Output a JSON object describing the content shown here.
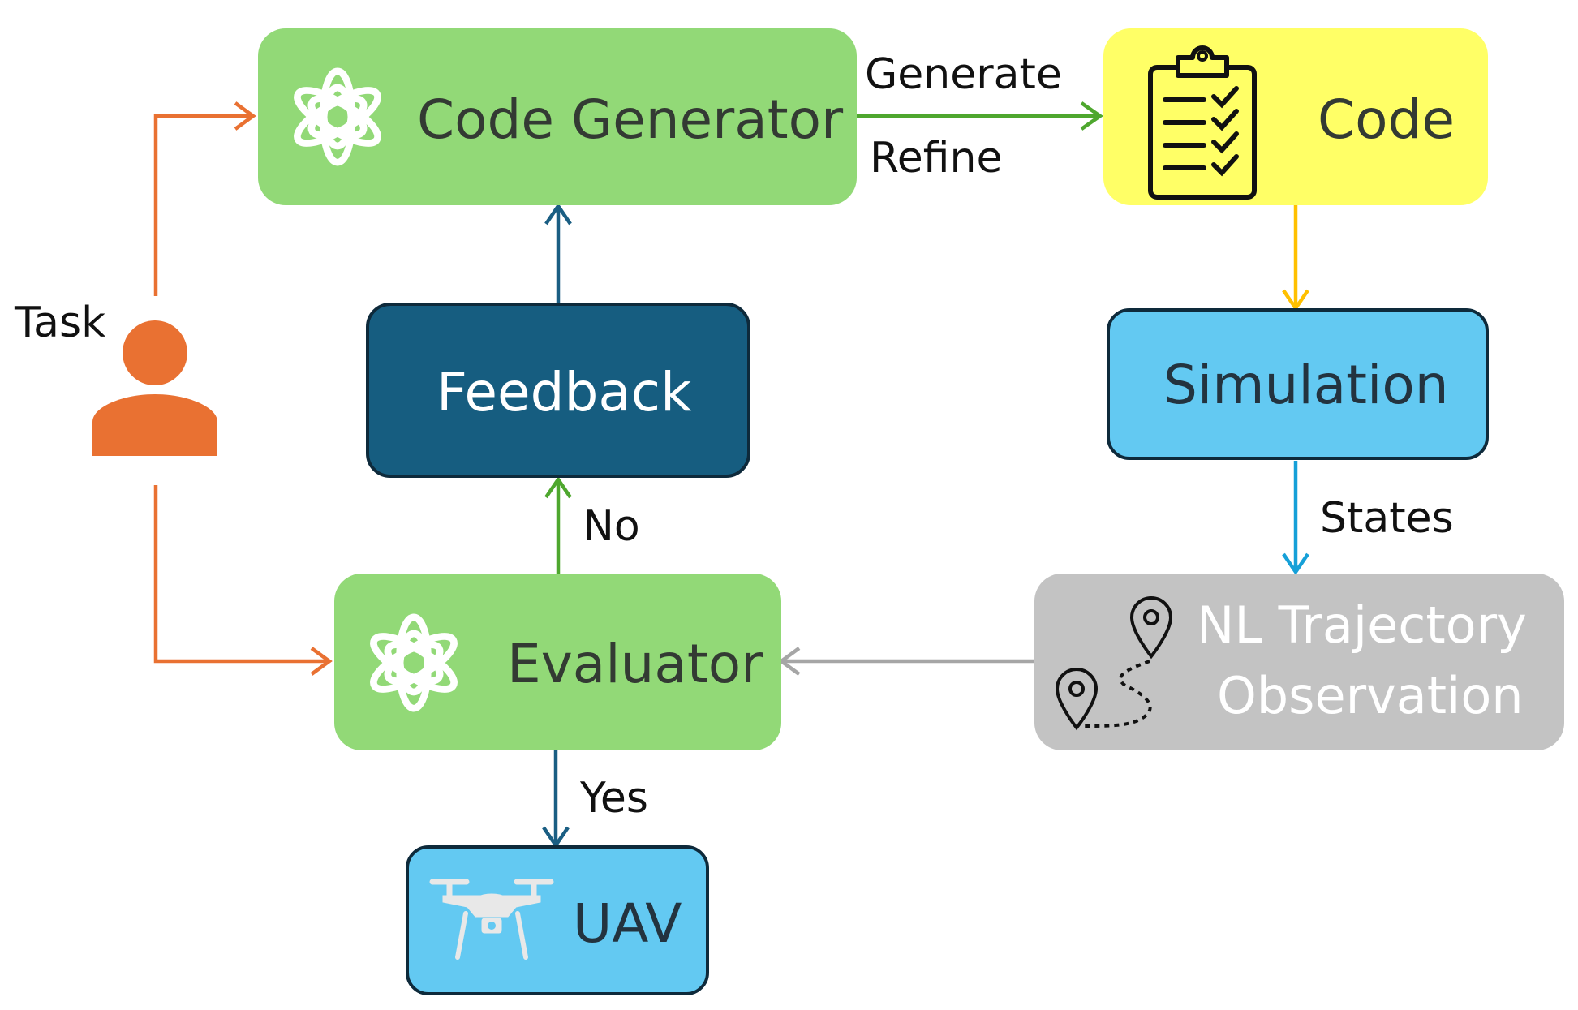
{
  "nodes": {
    "code_generator": {
      "label": "Code Generator"
    },
    "code": {
      "label": "Code"
    },
    "simulation": {
      "label": "Simulation"
    },
    "feedback": {
      "label": "Feedback"
    },
    "evaluator": {
      "label": "Evaluator"
    },
    "observation": {
      "line1": "NL Trajectory",
      "line2": "Observation"
    },
    "uav": {
      "label": "UAV"
    },
    "user": {
      "label": "Task"
    }
  },
  "edges": {
    "generate": "Generate",
    "refine": "Refine",
    "states": "States",
    "no": "No",
    "yes": "Yes"
  },
  "colors": {
    "green_box": "#92d977",
    "yellow_box": "#ffff66",
    "light_blue_box": "#63c9f2",
    "dark_blue_box": "#165d80",
    "gray_box": "#c3c3c3",
    "orange": "#e97132",
    "green_arrow": "#4ea72e",
    "blue_arrow": "#1a5e83",
    "yellow_arrow": "#ffc000",
    "cyan_arrow": "#16a0d8",
    "gray_arrow": "#a6a6a6"
  },
  "icons": [
    "openai-logo-icon",
    "clipboard-checklist-icon",
    "person-icon",
    "drone-icon",
    "map-pin-route-icon"
  ]
}
